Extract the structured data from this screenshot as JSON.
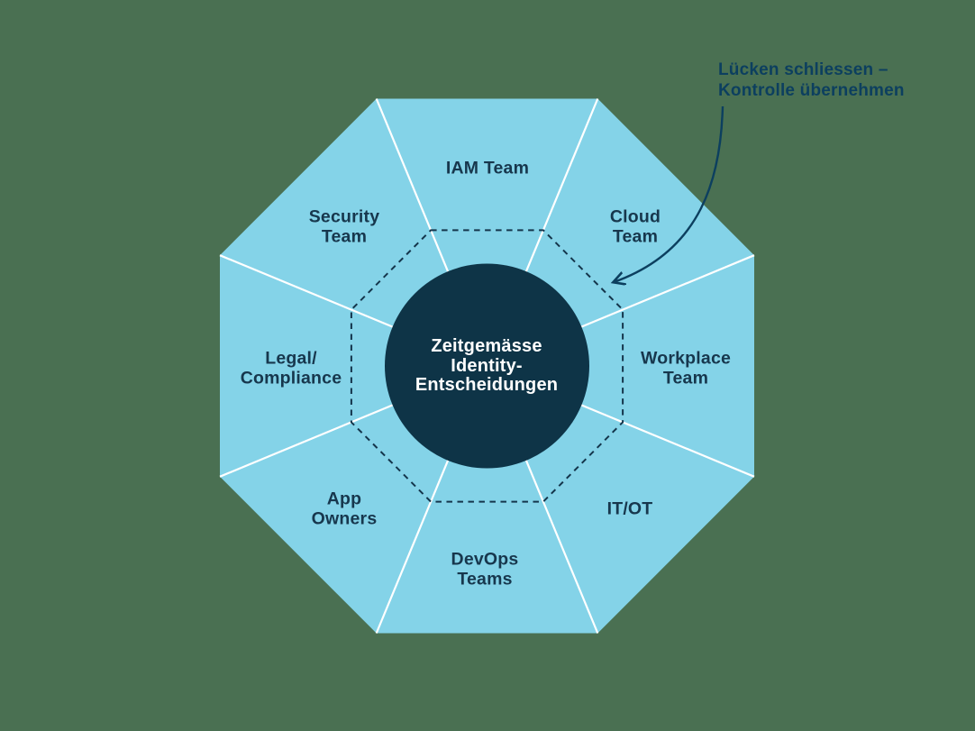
{
  "colors": {
    "background": "#4a7052",
    "octagon_fill": "#84d3e8",
    "divider_line": "#ffffff",
    "dashed_outline": "#14354b",
    "center_circle_fill": "#0e3447",
    "segment_label_text": "#17374d",
    "center_label_text": "#ffffff",
    "annotation_text": "#0c3f5f"
  },
  "center_circle": {
    "label": "Zeitgemässe\nIdentity-\nEntscheidungen"
  },
  "segments": {
    "iam": "IAM Team",
    "security": "Security\nTeam",
    "cloud": "Cloud\nTeam",
    "legal": "Legal/\nCompliance",
    "workplace": "Workplace\nTeam",
    "app_owners": "App\nOwners",
    "it_ot": "IT/OT",
    "devops": "DevOps\nTeams"
  },
  "annotation": {
    "text": "Lücken schliessen –\nKontrolle übernehmen"
  }
}
